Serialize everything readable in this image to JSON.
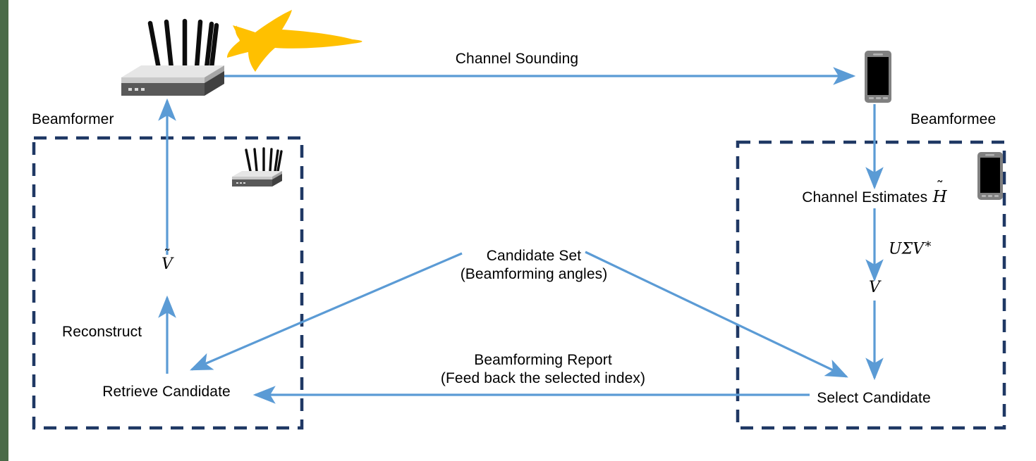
{
  "diagram": {
    "title": "Beamforming candidate-set feedback procedure",
    "colors": {
      "arrow_blue": "#5B9BD5",
      "dashed_navy": "#1F3864",
      "highlight_yellow": "#FFC000",
      "left_band_green": "#4A6B48",
      "device_dark": "#4D4D4D",
      "device_light": "#D9D9D9",
      "phone_body": "#808080",
      "phone_screen": "#000000",
      "background": "#FFFFFF"
    },
    "labels": {
      "beamformer": "Beamformer",
      "beamformee": "Beamformee",
      "channel_sounding": "Channel Sounding",
      "channel_estimates": "Channel Estimates",
      "channel_estimates_symbol": "H̃",
      "svd": "UΣV*",
      "v_symbol": "V",
      "v_tilde_symbol": "Ṽ",
      "candidate_set_line1": "Candidate Set",
      "candidate_set_line2": "(Beamforming angles)",
      "beamforming_report_line1": "Beamforming Report",
      "beamforming_report_line2": "(Feed back the selected index)",
      "reconstruct": "Reconstruct",
      "retrieve_candidate": "Retrieve Candidate",
      "select_candidate": "Select Candidate"
    },
    "icons": {
      "router_large": "wifi-router-icon",
      "router_small": "wifi-router-icon",
      "phone_large": "smartphone-icon",
      "phone_small": "smartphone-icon",
      "highlight_arrow": "yellow-arrow-icon"
    }
  }
}
